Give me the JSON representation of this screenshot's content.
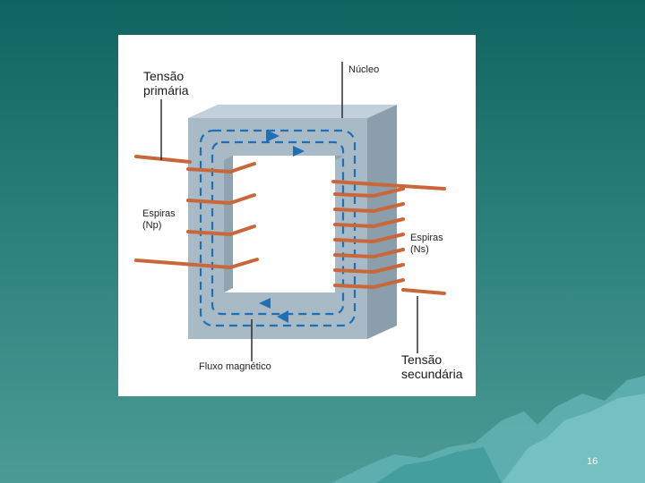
{
  "slide": {
    "page_number": "16"
  },
  "diagram": {
    "labels": {
      "primary_voltage": [
        "Tensão",
        "primária"
      ],
      "core": "Núcleo",
      "primary_turns": [
        "Espiras",
        "(Np)"
      ],
      "secondary_turns": [
        "Espiras",
        "(Ns)"
      ],
      "magnetic_flux": "Fluxo magnético",
      "secondary_voltage": [
        "Tensão",
        "secundária"
      ]
    }
  },
  "colors": {
    "core": "#a9bcc8",
    "core_dark": "#8ea3b0",
    "flux": "#1f6fb5",
    "copper": "#c8683a",
    "background_top": "#0f6360",
    "background_bottom": "#4c9b96"
  }
}
